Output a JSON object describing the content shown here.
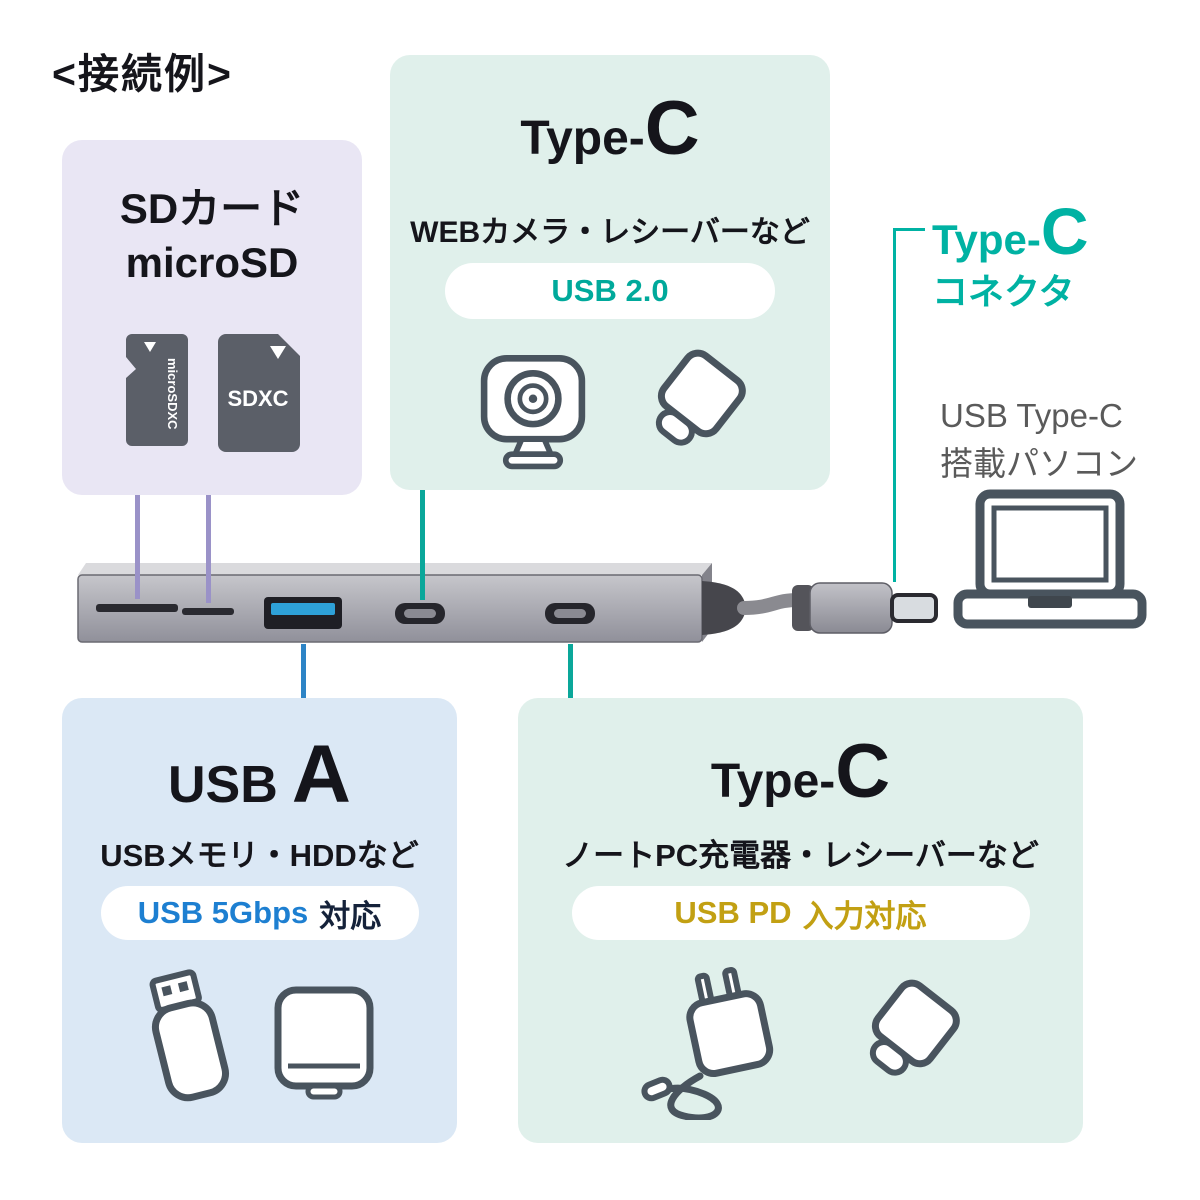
{
  "title": "<接続例>",
  "colors": {
    "teal_accent": "#00b2a3",
    "blue_accent": "#1d7fd1",
    "gold_accent": "#c2a013",
    "lavender_bg": "#e9e6f4",
    "mint_bg": "#e0f0eb",
    "lightblue_bg": "#dbe8f5"
  },
  "sd_box": {
    "title_line1": "SDカード",
    "title_line2": "microSD",
    "microsd_icon_label": "microSDXC",
    "sd_icon_label": "SDXC"
  },
  "typec_top_box": {
    "title_prefix": "Type-",
    "title_big": "C",
    "subtitle": "WEBカメラ・レシーバーなど",
    "badge": "USB 2.0"
  },
  "connector_pointer": {
    "label_prefix": "Type-",
    "label_big": "C",
    "label_line2": "コネクタ"
  },
  "laptop": {
    "label_line1": "USB Type-C",
    "label_line2": "搭載パソコン"
  },
  "usb_a_box": {
    "title_prefix": "USB",
    "title_big": "A",
    "subtitle": "USBメモリ・HDDなど",
    "badge_highlight": "USB 5Gbps",
    "badge_suffix": "対応"
  },
  "typec_bottom_box": {
    "title_prefix": "Type-",
    "title_big": "C",
    "subtitle": "ノートPC充電器・レシーバーなど",
    "badge_highlight": "USB PD",
    "badge_suffix": "入力対応"
  }
}
